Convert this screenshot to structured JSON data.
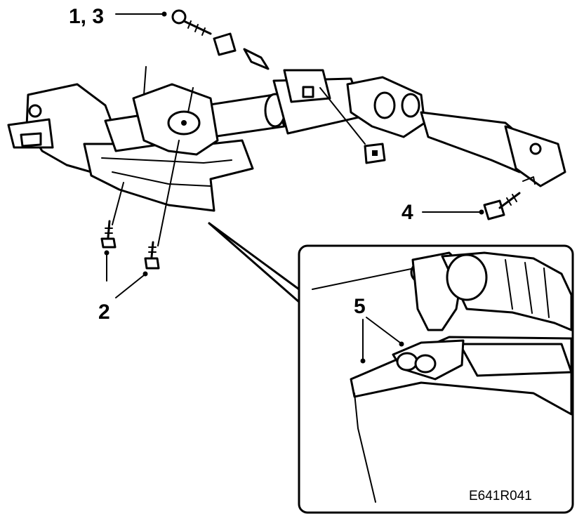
{
  "figure": {
    "callouts": [
      {
        "id": "c13",
        "text": "1, 3"
      },
      {
        "id": "c2",
        "text": "2"
      },
      {
        "id": "c4",
        "text": "4"
      },
      {
        "id": "c5",
        "text": "5"
      }
    ],
    "figure_code": "E641R041"
  }
}
